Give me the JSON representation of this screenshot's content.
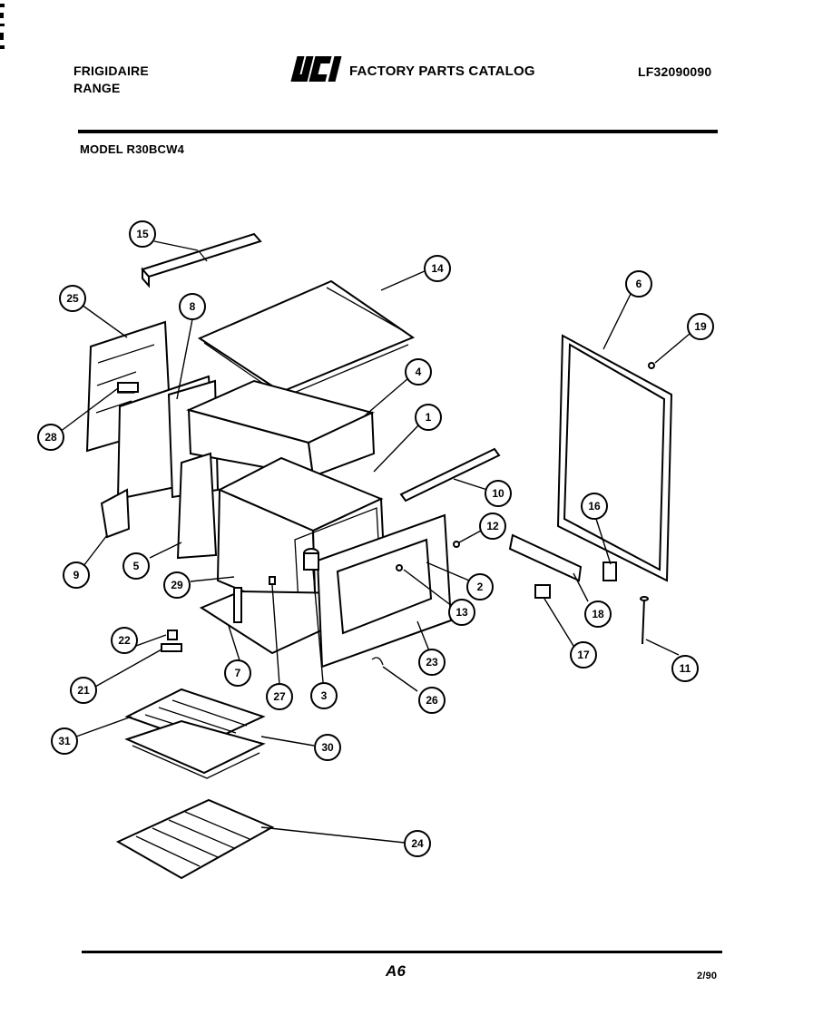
{
  "header": {
    "brand": "FRIGIDAIRE",
    "product": "RANGE",
    "logo_text": "WCI",
    "catalog_title": "FACTORY PARTS CATALOG",
    "catalog_number": "LF32090090"
  },
  "model_label": "MODEL R30BCW4",
  "diagram": {
    "callouts": [
      "1",
      "2",
      "3",
      "4",
      "5",
      "6",
      "7",
      "8",
      "9",
      "10",
      "11",
      "12",
      "13",
      "14",
      "15",
      "16",
      "17",
      "18",
      "19",
      "21",
      "22",
      "23",
      "24",
      "25",
      "26",
      "27",
      "28",
      "29",
      "30",
      "31"
    ]
  },
  "footer": {
    "page_id": "A6",
    "date_code": "2/90"
  }
}
